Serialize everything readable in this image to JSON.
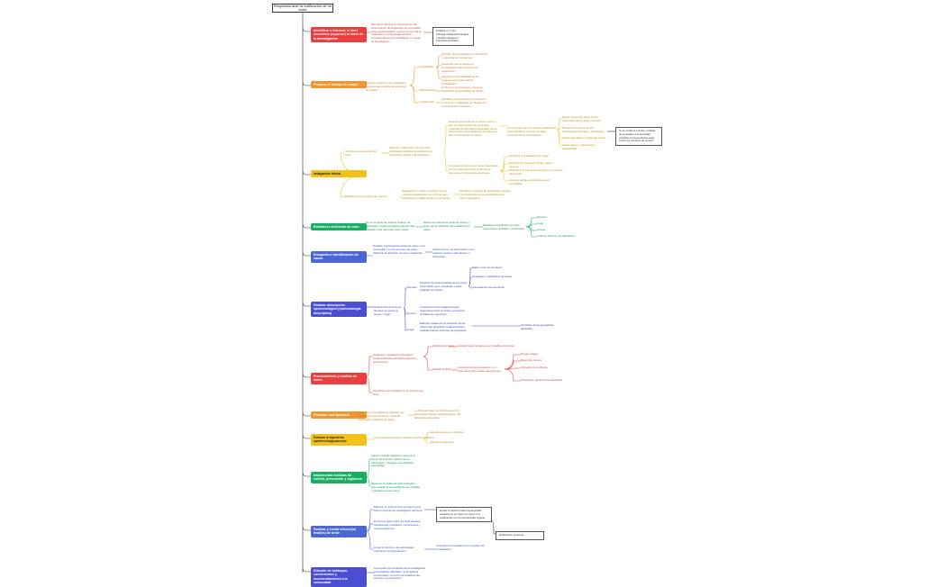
{
  "title": "Respuesta ante la notificación de un brote",
  "colors": {
    "red": "#ea3f3f",
    "orange": "#f1962f",
    "yellow": "#f2c21a",
    "green": "#1aae62",
    "blue": "#4b67d6",
    "indigo": "#4a4ecf",
    "line": "#333333"
  },
  "branches": [
    {
      "label": "Identificar e informar el nivel consultivo (superior) al inicio de la investigación",
      "color": "red"
    },
    {
      "label": "Preparar el trabajo de campo",
      "color": "orange"
    },
    {
      "label": "Indagación Inicial",
      "color": "yellow"
    },
    {
      "label": "Establecer definición de caso",
      "color": "green"
    },
    {
      "label": "Búsqueda e Identificación de casos",
      "color": "blue"
    },
    {
      "label": "Realizar descripción epidemiológica (epidemiología descriptiva)",
      "color": "indigo"
    },
    {
      "label": "Procesamiento y análisis de datos",
      "color": "red"
    },
    {
      "label": "Formular una hipótesis",
      "color": "orange"
    },
    {
      "label": "Evaluar la hipótesis epidemiológicamente",
      "color": "yellow"
    },
    {
      "label": "Implementar medidas de control, prevención y vigilancia",
      "color": "green"
    },
    {
      "label": "Realizar y enviar informe(s) final(es) de brote",
      "color": "blue"
    },
    {
      "label": "Difusión de hallazgos, conclusiones y recomendaciones a la comunidad",
      "color": "indigo"
    }
  ],
  "nodes": {
    "b1_text": "Este aviso informa en el documento del conocimiento de la aparición de un posible brote epidemiológico, incluye el envío de la notificación a la autoridad sanitaria correspondiente para establecer un equipo de investigación.",
    "b1_box": "Notificar en 1 hrs (Inteligencia Epidemiológica y Epidemiológica) o Autoridad Sanitaria.",
    "b2_text": "Revisar el tiempo y los materiales y recursos para realizar las acciones de control.",
    "b2_inv": "Investigación",
    "b2_inv_items": [
      "Revisión de los sistemas de información y antecedentes relevantes.",
      "Garantizar que el equipo de investigación esté completo con experiencia.",
      "Asegurar la disponibilidad de los insumos necesarios para la investigación."
    ],
    "b2_adm": "Administración",
    "b2_adm_item": "Contar con los permisos y recursos necesarios para el trabajo de campo.",
    "b2_coord": "Coordinación",
    "b2_coord_item": "Identificar a los actores que intervienen en el brote y establecer los canales de comunicación necesarios.",
    "b3_conf": "Confirmar la ocurrencia del brote",
    "b3_conf_text": "Verificar el diagnóstico de los casos notificados mediante la revisión de la información clínica y de laboratorio.",
    "b3_mid_a": "Detectar si el brote es un evento nuevo o que ya venía ocurriendo en el área, revisando la información disponible de los últimos años para establecer si realmente hay un incremento de casos.",
    "b3_mid_b": "Comparar el número de casos observados con los esperados para confirmar un aumento en la frecuencia de casos.",
    "b3_right_text": "Si se cumple con los criterios establecidos para considerar un brote, se debe continuar con la investigación.",
    "b3_right_items": [
      "Mayor número de casos de los esperados para el lugar y tiempo.",
      "Presencia de casos de una enfermedad eliminada o erradicada.",
      "Casos asociados a una fuente común.",
      "Casos graves o defunciones relacionadas."
    ],
    "b3_far_box": "Si se confirma el brote, notificar de inmediato a la autoridad sanitaria correspondiente para iniciar las acciones de control.",
    "b3_low_items": [
      "Identificar a la población en riesgo.",
      "Describir los casos por tiempo, lugar y persona.",
      "Determinar la fuente de infección y el modo de transmisión.",
      "Implementar las medidas de control inmediatas."
    ],
    "b3_est": "Establecer la cronología de eventos",
    "b3_est_text": "Establecer el orden cronológico de los eventos relacionados con el brote para identificar la posible fuente de exposición.",
    "b3_est_right": "Identificar el periodo de incubación probable y la posible fuente de exposición de los casos reportados.",
    "b4_text": "Es un conjunto de criterios clínicos, de laboratorio y epidemiológicos que permiten clasificar a las personas como casos.",
    "b4_mid": "Definir los criterios de persona, tiempo y lugar que se utilizarán para clasificar los casos.",
    "b4_right": "Establecer la definición de caso sospechoso, probable y confirmado.",
    "b4_items": [
      "Persona",
      "Lugar",
      "Tiempo",
      "Criterios clínicos y de laboratorio"
    ],
    "b5_text": "Realizar una búsqueda activa de casos en la comunidad y en los servicios de salud, utilizando la definición de caso establecida.",
    "b5_mid": "Utilizar fuentes de información como registros médicos, laboratorios y entrevistas.",
    "b6_text": "Caracterizar el brote en términos de persona, tiempo y lugar.",
    "b6_persona": "Persona",
    "b6_persona_text": "Describir las características de los casos como edad, sexo, ocupación y otras variables de interés.",
    "b6_persona_items": [
      "Edad y sexo de los casos.",
      "Ocupación y actividades de riesgo.",
      "Antecedentes de exposición."
    ],
    "b6_tiempo": "Tiempo",
    "b6_tiempo_text": "Construir la curva epidémica para determinar el tipo de brote y el periodo probable de exposición.",
    "b6_lugar": "Lugar",
    "b6_lugar_text": "Elaborar mapas con la ubicación de los casos para identificar conglomerados y posibles fuentes comunes de exposición.",
    "b6_lugar_right": "Identificar áreas geográficas afectadas.",
    "b7_text": "Organizar y analizar la información recolectada para identificar patrones y asociaciones.",
    "b7_desc": "Análisis descriptivo",
    "b7_desc_text": "Calcular tasas de ataque por variables de interés.",
    "b7_analit": "Análisis analítico",
    "b7_analit_text": "Comparar grupos expuestos y no expuestos para evaluar asociaciones.",
    "b7_items": [
      "Riesgo relativo",
      "Razón de momios",
      "Intervalos de confianza",
      "Pruebas de significancia estadística"
    ],
    "b7_bottom": "Interpretar los resultados en el contexto del brote.",
    "b8_text": "Con base en los hallazgos, plantear una explicación sobre la fuente, modo de transmisión y factores de riesgo.",
    "b8_right": "La hipótesis debe ser coherente con la información clínica, epidemiológica y de laboratorio disponible.",
    "b9_text": "Comprobar la hipótesis mediante estudios analíticos.",
    "b9_items": [
      "Estudio de casos y controles.",
      "Estudio de cohortes."
    ],
    "b10_text": "Aplicar medidas dirigidas a eliminar la fuente de infección, interrumpir la transmisión y proteger a la población susceptible.",
    "b10_text2": "Mantener la vigilancia epidemiológica para evaluar la efectividad de las medidas y detectar nuevos casos.",
    "b11_text": "Elaborar un informe final que documente todo el proceso de investigación del brote.",
    "b11_text2": "El informe debe incluir los antecedentes, metodología, resultados, conclusiones y recomendaciones.",
    "b11_text3": "Enviar el informe a las autoridades sanitarias correspondientes.",
    "b11_box": "Enviar el informe final a la autoridad sanitaria en un plazo no mayor a lo establecido por la normatividad vigente.",
    "b11_box_small": "Notificación oportuna",
    "b11_right2": "Compartir los resultados con el equipo de investigación.",
    "b12_text": "Comunicar los resultados de la investigación a la población afectada y a los actores involucrados, con el fin de fortalecer las acciones de prevención."
  }
}
